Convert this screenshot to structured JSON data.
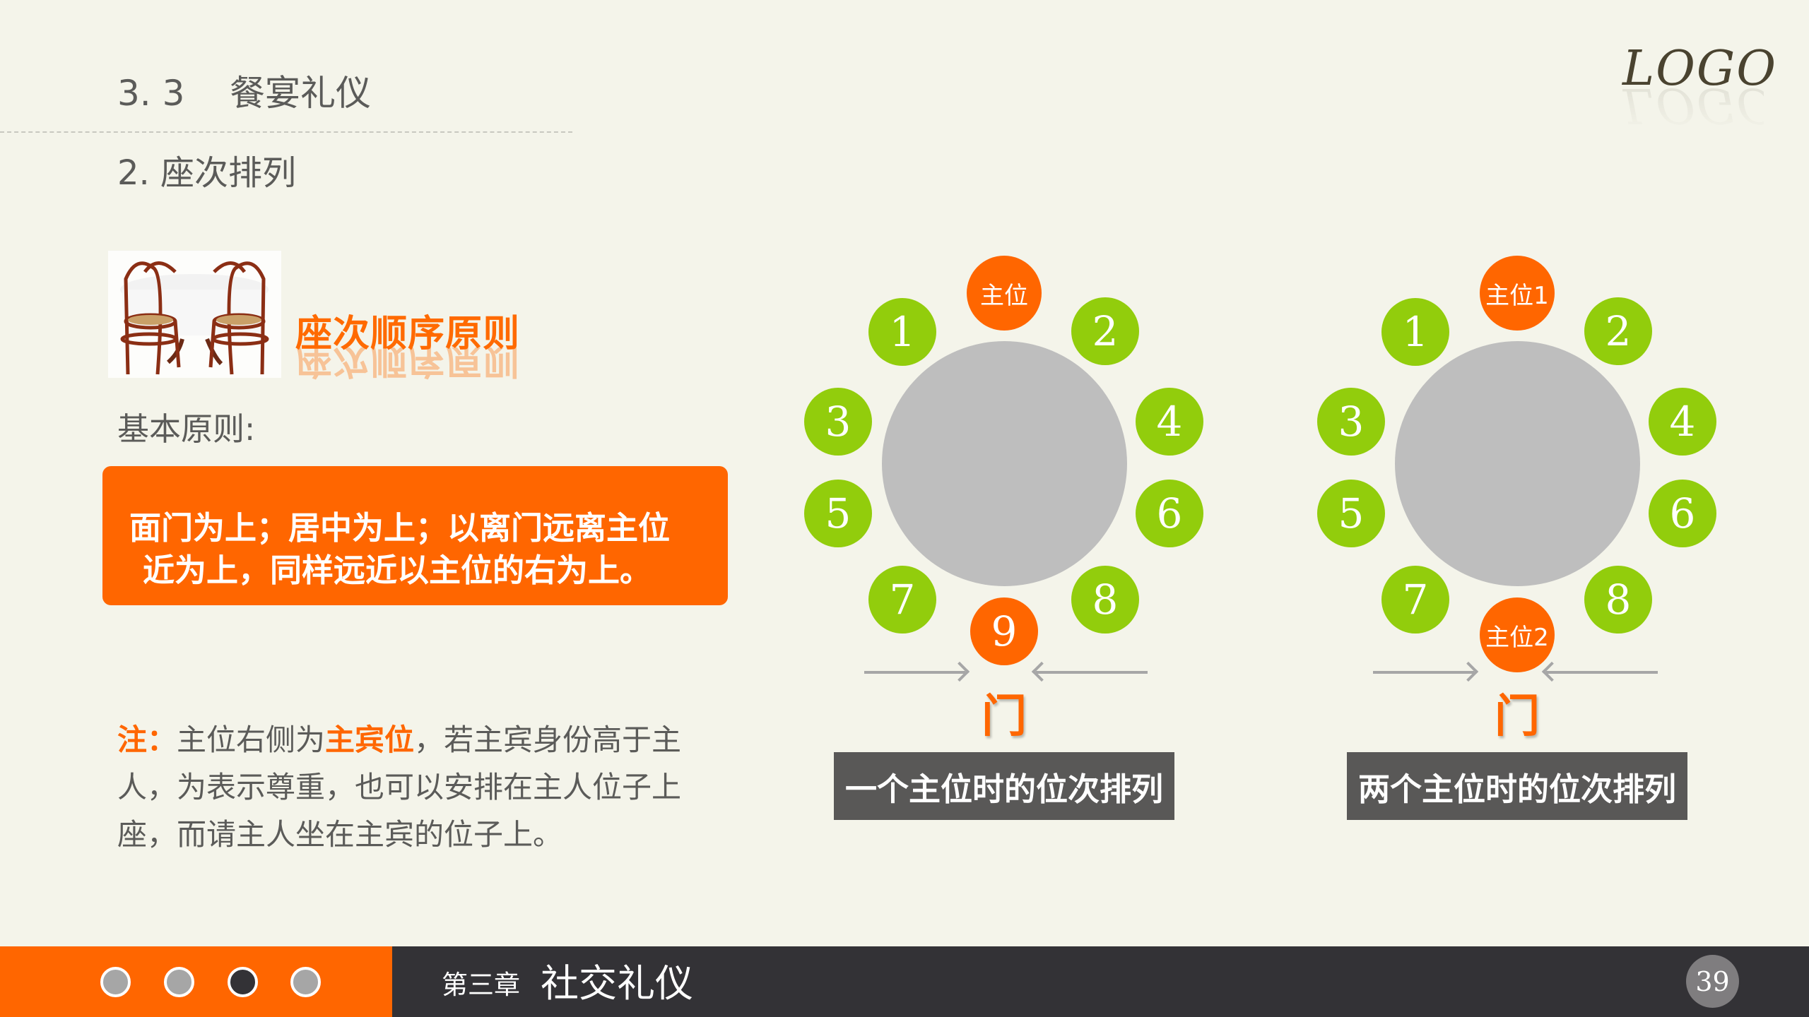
{
  "header": {
    "section_title": "3. 3    餐宴礼仪",
    "subtitle": "2. 座次排列",
    "logo": "LOGO"
  },
  "left_panel": {
    "image": "dining-table-chairs-image",
    "principle_heading": "座次顺序原则",
    "basic_label": "基本原则:",
    "rule_lines": [
      "面门为上；居中为上；以离门远离主位",
      "近为上，同样远近以主位的右为上。"
    ],
    "note": {
      "prefix": "注：",
      "part1": "主位右侧为",
      "highlight": "主宾位",
      "part2": "，若主宾身份高于主人，为表示尊重，也可以安排在主人位子上座，而请主人坐在主宾的位子上。"
    }
  },
  "diagrams": [
    {
      "host_top": "主位",
      "seats": [
        "1",
        "2",
        "3",
        "4",
        "5",
        "6",
        "7",
        "8"
      ],
      "bottom_seat": "9",
      "door": "门",
      "caption": "一个主位时的位次排列"
    },
    {
      "host_top": "主位1",
      "seats": [
        "1",
        "2",
        "3",
        "4",
        "5",
        "6",
        "7",
        "8"
      ],
      "bottom_seat": "主位2",
      "door": "门",
      "caption": "两个主位时的位次排列"
    }
  ],
  "colors": {
    "accent_orange": "#ff6600",
    "seat_green": "#92cd0c",
    "table_gray": "#bebebe",
    "caption_gray": "#595857",
    "footer_dark": "#333236",
    "background": "#f4f4ea"
  },
  "footer": {
    "nav_dots": [
      {
        "state": "inactive"
      },
      {
        "state": "inactive"
      },
      {
        "state": "active"
      },
      {
        "state": "inactive"
      }
    ],
    "chapter_label": "第三章",
    "chapter_title": "社交礼仪",
    "page_number": "39"
  }
}
